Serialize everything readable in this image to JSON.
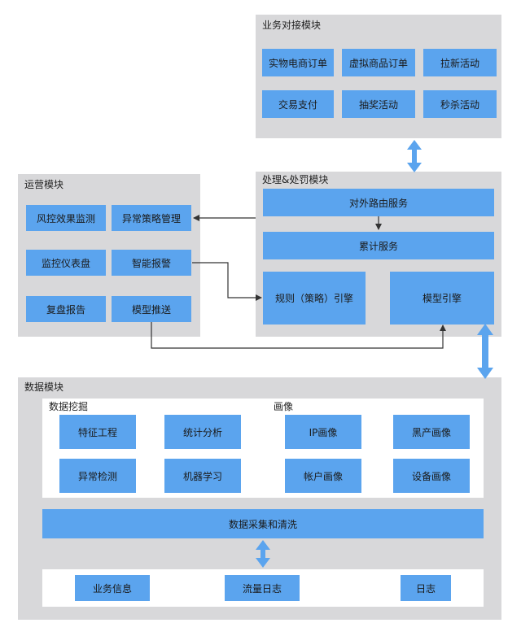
{
  "business": {
    "title": "业务对接模块",
    "items": [
      "实物电商订单",
      "虚拟商品订单",
      "拉新活动",
      "交易支付",
      "抽奖活动",
      "秒杀活动"
    ]
  },
  "operations": {
    "title": "运营模块",
    "items": [
      "风控效果监测",
      "异常策略管理",
      "监控仪表盘",
      "智能报警",
      "复盘报告",
      "模型推送"
    ]
  },
  "processing": {
    "title": "处理&处罚模块",
    "routing": "对外路由服务",
    "accumulate": "累计服务",
    "rule_engine": "规则（策略）引擎",
    "model_engine": "模型引擎"
  },
  "data_module": {
    "title": "数据模块",
    "mining": {
      "title": "数据挖掘",
      "items": [
        "特征工程",
        "统计分析",
        "异常检测",
        "机器学习"
      ]
    },
    "profile": {
      "title": "画像",
      "items": [
        "IP画像",
        "黑产画像",
        "帐户画像",
        "设备画像"
      ]
    },
    "collect": "数据采集和清洗",
    "sources": [
      "业务信息",
      "流量日志",
      "日志"
    ]
  },
  "colors": {
    "panel": "#d8d8da",
    "box": "#5ba4ee",
    "double_arrow": "#5ba4ee",
    "connector": "#333333"
  }
}
